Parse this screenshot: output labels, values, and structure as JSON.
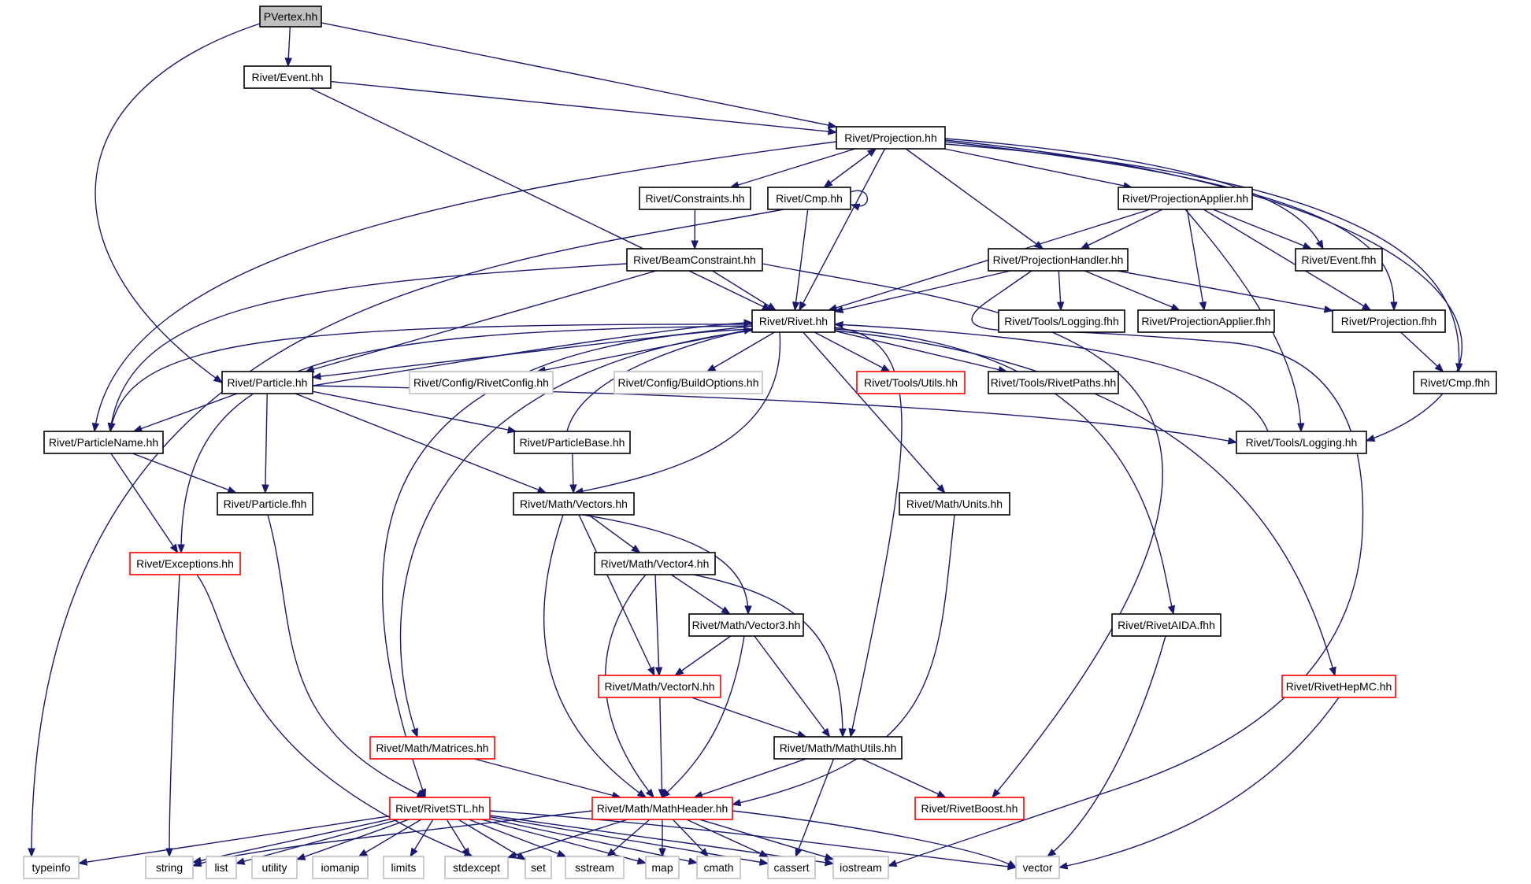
{
  "diagram": {
    "nodes": [
      {
        "id": "pvertex",
        "label": "PVertex.hh",
        "kind": "root"
      },
      {
        "id": "event",
        "label": "Rivet/Event.hh",
        "kind": "normal"
      },
      {
        "id": "projection",
        "label": "Rivet/Projection.hh",
        "kind": "normal"
      },
      {
        "id": "constraints",
        "label": "Rivet/Constraints.hh",
        "kind": "normal"
      },
      {
        "id": "cmp",
        "label": "Rivet/Cmp.hh",
        "kind": "normal"
      },
      {
        "id": "projapplier",
        "label": "Rivet/ProjectionApplier.hh",
        "kind": "normal"
      },
      {
        "id": "beamconstraint",
        "label": "Rivet/BeamConstraint.hh",
        "kind": "normal"
      },
      {
        "id": "projhandler",
        "label": "Rivet/ProjectionHandler.hh",
        "kind": "normal"
      },
      {
        "id": "eventfhh",
        "label": "Rivet/Event.fhh",
        "kind": "normal"
      },
      {
        "id": "rivet",
        "label": "Rivet/Rivet.hh",
        "kind": "normal"
      },
      {
        "id": "loggingfhh",
        "label": "Rivet/Tools/Logging.fhh",
        "kind": "normal"
      },
      {
        "id": "projapplierfhh",
        "label": "Rivet/ProjectionApplier.fhh",
        "kind": "normal"
      },
      {
        "id": "projfhh",
        "label": "Rivet/Projection.fhh",
        "kind": "normal"
      },
      {
        "id": "particle",
        "label": "Rivet/Particle.hh",
        "kind": "normal"
      },
      {
        "id": "rivetconfig",
        "label": "Rivet/Config/RivetConfig.hh",
        "kind": "system"
      },
      {
        "id": "buildoptions",
        "label": "Rivet/Config/BuildOptions.hh",
        "kind": "system"
      },
      {
        "id": "utils",
        "label": "Rivet/Tools/Utils.hh",
        "kind": "trunc"
      },
      {
        "id": "rivetpaths",
        "label": "Rivet/Tools/RivetPaths.hh",
        "kind": "normal"
      },
      {
        "id": "cmpfhh",
        "label": "Rivet/Cmp.fhh",
        "kind": "normal"
      },
      {
        "id": "particlename",
        "label": "Rivet/ParticleName.hh",
        "kind": "normal"
      },
      {
        "id": "particlebase",
        "label": "Rivet/ParticleBase.hh",
        "kind": "normal"
      },
      {
        "id": "logging",
        "label": "Rivet/Tools/Logging.hh",
        "kind": "normal"
      },
      {
        "id": "particlefhh",
        "label": "Rivet/Particle.fhh",
        "kind": "normal"
      },
      {
        "id": "vectors",
        "label": "Rivet/Math/Vectors.hh",
        "kind": "normal"
      },
      {
        "id": "units",
        "label": "Rivet/Math/Units.hh",
        "kind": "normal"
      },
      {
        "id": "exceptions",
        "label": "Rivet/Exceptions.hh",
        "kind": "trunc"
      },
      {
        "id": "vector4",
        "label": "Rivet/Math/Vector4.hh",
        "kind": "normal"
      },
      {
        "id": "vector3",
        "label": "Rivet/Math/Vector3.hh",
        "kind": "normal"
      },
      {
        "id": "rivetaida",
        "label": "Rivet/RivetAIDA.fhh",
        "kind": "normal"
      },
      {
        "id": "vectorn",
        "label": "Rivet/Math/VectorN.hh",
        "kind": "trunc"
      },
      {
        "id": "rivethepmc",
        "label": "Rivet/RivetHepMC.hh",
        "kind": "trunc"
      },
      {
        "id": "matrices",
        "label": "Rivet/Math/Matrices.hh",
        "kind": "trunc"
      },
      {
        "id": "mathutils",
        "label": "Rivet/Math/MathUtils.hh",
        "kind": "normal"
      },
      {
        "id": "rivetstl",
        "label": "Rivet/RivetSTL.hh",
        "kind": "trunc"
      },
      {
        "id": "mathheader",
        "label": "Rivet/Math/MathHeader.hh",
        "kind": "trunc"
      },
      {
        "id": "rivetboost",
        "label": "Rivet/RivetBoost.hh",
        "kind": "trunc"
      },
      {
        "id": "typeinfo",
        "label": "typeinfo",
        "kind": "system"
      },
      {
        "id": "string",
        "label": "string",
        "kind": "system"
      },
      {
        "id": "list",
        "label": "list",
        "kind": "system"
      },
      {
        "id": "utility",
        "label": "utility",
        "kind": "system"
      },
      {
        "id": "iomanip",
        "label": "iomanip",
        "kind": "system"
      },
      {
        "id": "limits",
        "label": "limits",
        "kind": "system"
      },
      {
        "id": "stdexcept",
        "label": "stdexcept",
        "kind": "system"
      },
      {
        "id": "set",
        "label": "set",
        "kind": "system"
      },
      {
        "id": "sstream",
        "label": "sstream",
        "kind": "system"
      },
      {
        "id": "map",
        "label": "map",
        "kind": "system"
      },
      {
        "id": "cmath",
        "label": "cmath",
        "kind": "system"
      },
      {
        "id": "cassert",
        "label": "cassert",
        "kind": "system"
      },
      {
        "id": "iostream",
        "label": "iostream",
        "kind": "system"
      },
      {
        "id": "vector",
        "label": "vector",
        "kind": "system"
      }
    ],
    "edges": [
      [
        "pvertex",
        "event"
      ],
      [
        "pvertex",
        "projection"
      ],
      [
        "pvertex",
        "particle"
      ],
      [
        "event",
        "projection"
      ],
      [
        "event",
        "rivet"
      ],
      [
        "projection",
        "constraints"
      ],
      [
        "projection",
        "cmp"
      ],
      [
        "projection",
        "projapplier"
      ],
      [
        "projection",
        "projhandler"
      ],
      [
        "projection",
        "eventfhh"
      ],
      [
        "projection",
        "rivet"
      ],
      [
        "projection",
        "projfhh"
      ],
      [
        "projection",
        "cmpfhh"
      ],
      [
        "projection",
        "logging"
      ],
      [
        "projection",
        "particlename"
      ],
      [
        "cmp",
        "projection"
      ],
      [
        "cmp",
        "cmp"
      ],
      [
        "cmp",
        "rivet"
      ],
      [
        "cmp",
        "typeinfo"
      ],
      [
        "constraints",
        "beamconstraint"
      ],
      [
        "beamconstraint",
        "rivet"
      ],
      [
        "beamconstraint",
        "particle"
      ],
      [
        "beamconstraint",
        "particlename"
      ],
      [
        "beamconstraint",
        "rivetboost"
      ],
      [
        "projapplier",
        "projhandler"
      ],
      [
        "projapplier",
        "eventfhh"
      ],
      [
        "projapplier",
        "projapplierfhh"
      ],
      [
        "projapplier",
        "projfhh"
      ],
      [
        "projapplier",
        "logging"
      ],
      [
        "projapplier",
        "rivet"
      ],
      [
        "projhandler",
        "rivet"
      ],
      [
        "projhandler",
        "loggingfhh"
      ],
      [
        "projhandler",
        "projapplierfhh"
      ],
      [
        "projhandler",
        "projfhh"
      ],
      [
        "projhandler",
        "iostream"
      ],
      [
        "projfhh",
        "cmpfhh"
      ],
      [
        "rivet",
        "particle"
      ],
      [
        "rivet",
        "rivetconfig"
      ],
      [
        "rivet",
        "buildoptions"
      ],
      [
        "rivet",
        "utils"
      ],
      [
        "rivet",
        "rivetpaths"
      ],
      [
        "rivet",
        "particlename"
      ],
      [
        "rivet",
        "exceptions"
      ],
      [
        "rivet",
        "rivetstl"
      ],
      [
        "rivet",
        "matrices"
      ],
      [
        "rivet",
        "vectors"
      ],
      [
        "rivet",
        "units"
      ],
      [
        "rivet",
        "mathutils"
      ],
      [
        "rivet",
        "rivetaida"
      ],
      [
        "rivet",
        "rivethepmc"
      ],
      [
        "particle",
        "rivet"
      ],
      [
        "particle",
        "particlename"
      ],
      [
        "particle",
        "particlebase"
      ],
      [
        "particle",
        "particlefhh"
      ],
      [
        "particle",
        "vectors"
      ],
      [
        "particle",
        "logging"
      ],
      [
        "particlebase",
        "rivet"
      ],
      [
        "particlebase",
        "vectors"
      ],
      [
        "logging",
        "rivet"
      ],
      [
        "particlename",
        "particlefhh"
      ],
      [
        "particlename",
        "exceptions"
      ],
      [
        "particlefhh",
        "rivetstl"
      ],
      [
        "exceptions",
        "string"
      ],
      [
        "exceptions",
        "stdexcept"
      ],
      [
        "vectors",
        "vector4"
      ],
      [
        "vectors",
        "vector3"
      ],
      [
        "vectors",
        "vectorn"
      ],
      [
        "vectors",
        "mathheader"
      ],
      [
        "vector4",
        "vector3"
      ],
      [
        "vector4",
        "vectorn"
      ],
      [
        "vector4",
        "mathheader"
      ],
      [
        "vector4",
        "mathutils"
      ],
      [
        "vector3",
        "vectorn"
      ],
      [
        "vector3",
        "mathheader"
      ],
      [
        "vector3",
        "mathutils"
      ],
      [
        "vectorn",
        "mathutils"
      ],
      [
        "vectorn",
        "mathheader"
      ],
      [
        "units",
        "mathheader"
      ],
      [
        "matrices",
        "mathheader"
      ],
      [
        "mathutils",
        "mathheader"
      ],
      [
        "mathutils",
        "rivetboost"
      ],
      [
        "mathutils",
        "cassert"
      ],
      [
        "rivetaida",
        "vector"
      ],
      [
        "rivethepmc",
        "vector"
      ],
      [
        "mathheader",
        "stdexcept"
      ],
      [
        "mathheader",
        "sstream"
      ],
      [
        "mathheader",
        "map"
      ],
      [
        "mathheader",
        "cmath"
      ],
      [
        "mathheader",
        "cassert"
      ],
      [
        "mathheader",
        "iostream"
      ],
      [
        "mathheader",
        "vector"
      ],
      [
        "mathheader",
        "string"
      ],
      [
        "rivetstl",
        "typeinfo"
      ],
      [
        "rivetstl",
        "string"
      ],
      [
        "rivetstl",
        "list"
      ],
      [
        "rivetstl",
        "utility"
      ],
      [
        "rivetstl",
        "iomanip"
      ],
      [
        "rivetstl",
        "limits"
      ],
      [
        "rivetstl",
        "stdexcept"
      ],
      [
        "rivetstl",
        "set"
      ],
      [
        "rivetstl",
        "sstream"
      ],
      [
        "rivetstl",
        "map"
      ],
      [
        "rivetstl",
        "cmath"
      ],
      [
        "rivetstl",
        "cassert"
      ],
      [
        "rivetstl",
        "iostream"
      ],
      [
        "rivetstl",
        "vector"
      ]
    ],
    "colors": {
      "edge": "#191970",
      "node_border": "#000000",
      "truncated_border": "#ff0000",
      "system_border": "#bfbfbf",
      "root_fill": "#bfbfbf"
    }
  }
}
